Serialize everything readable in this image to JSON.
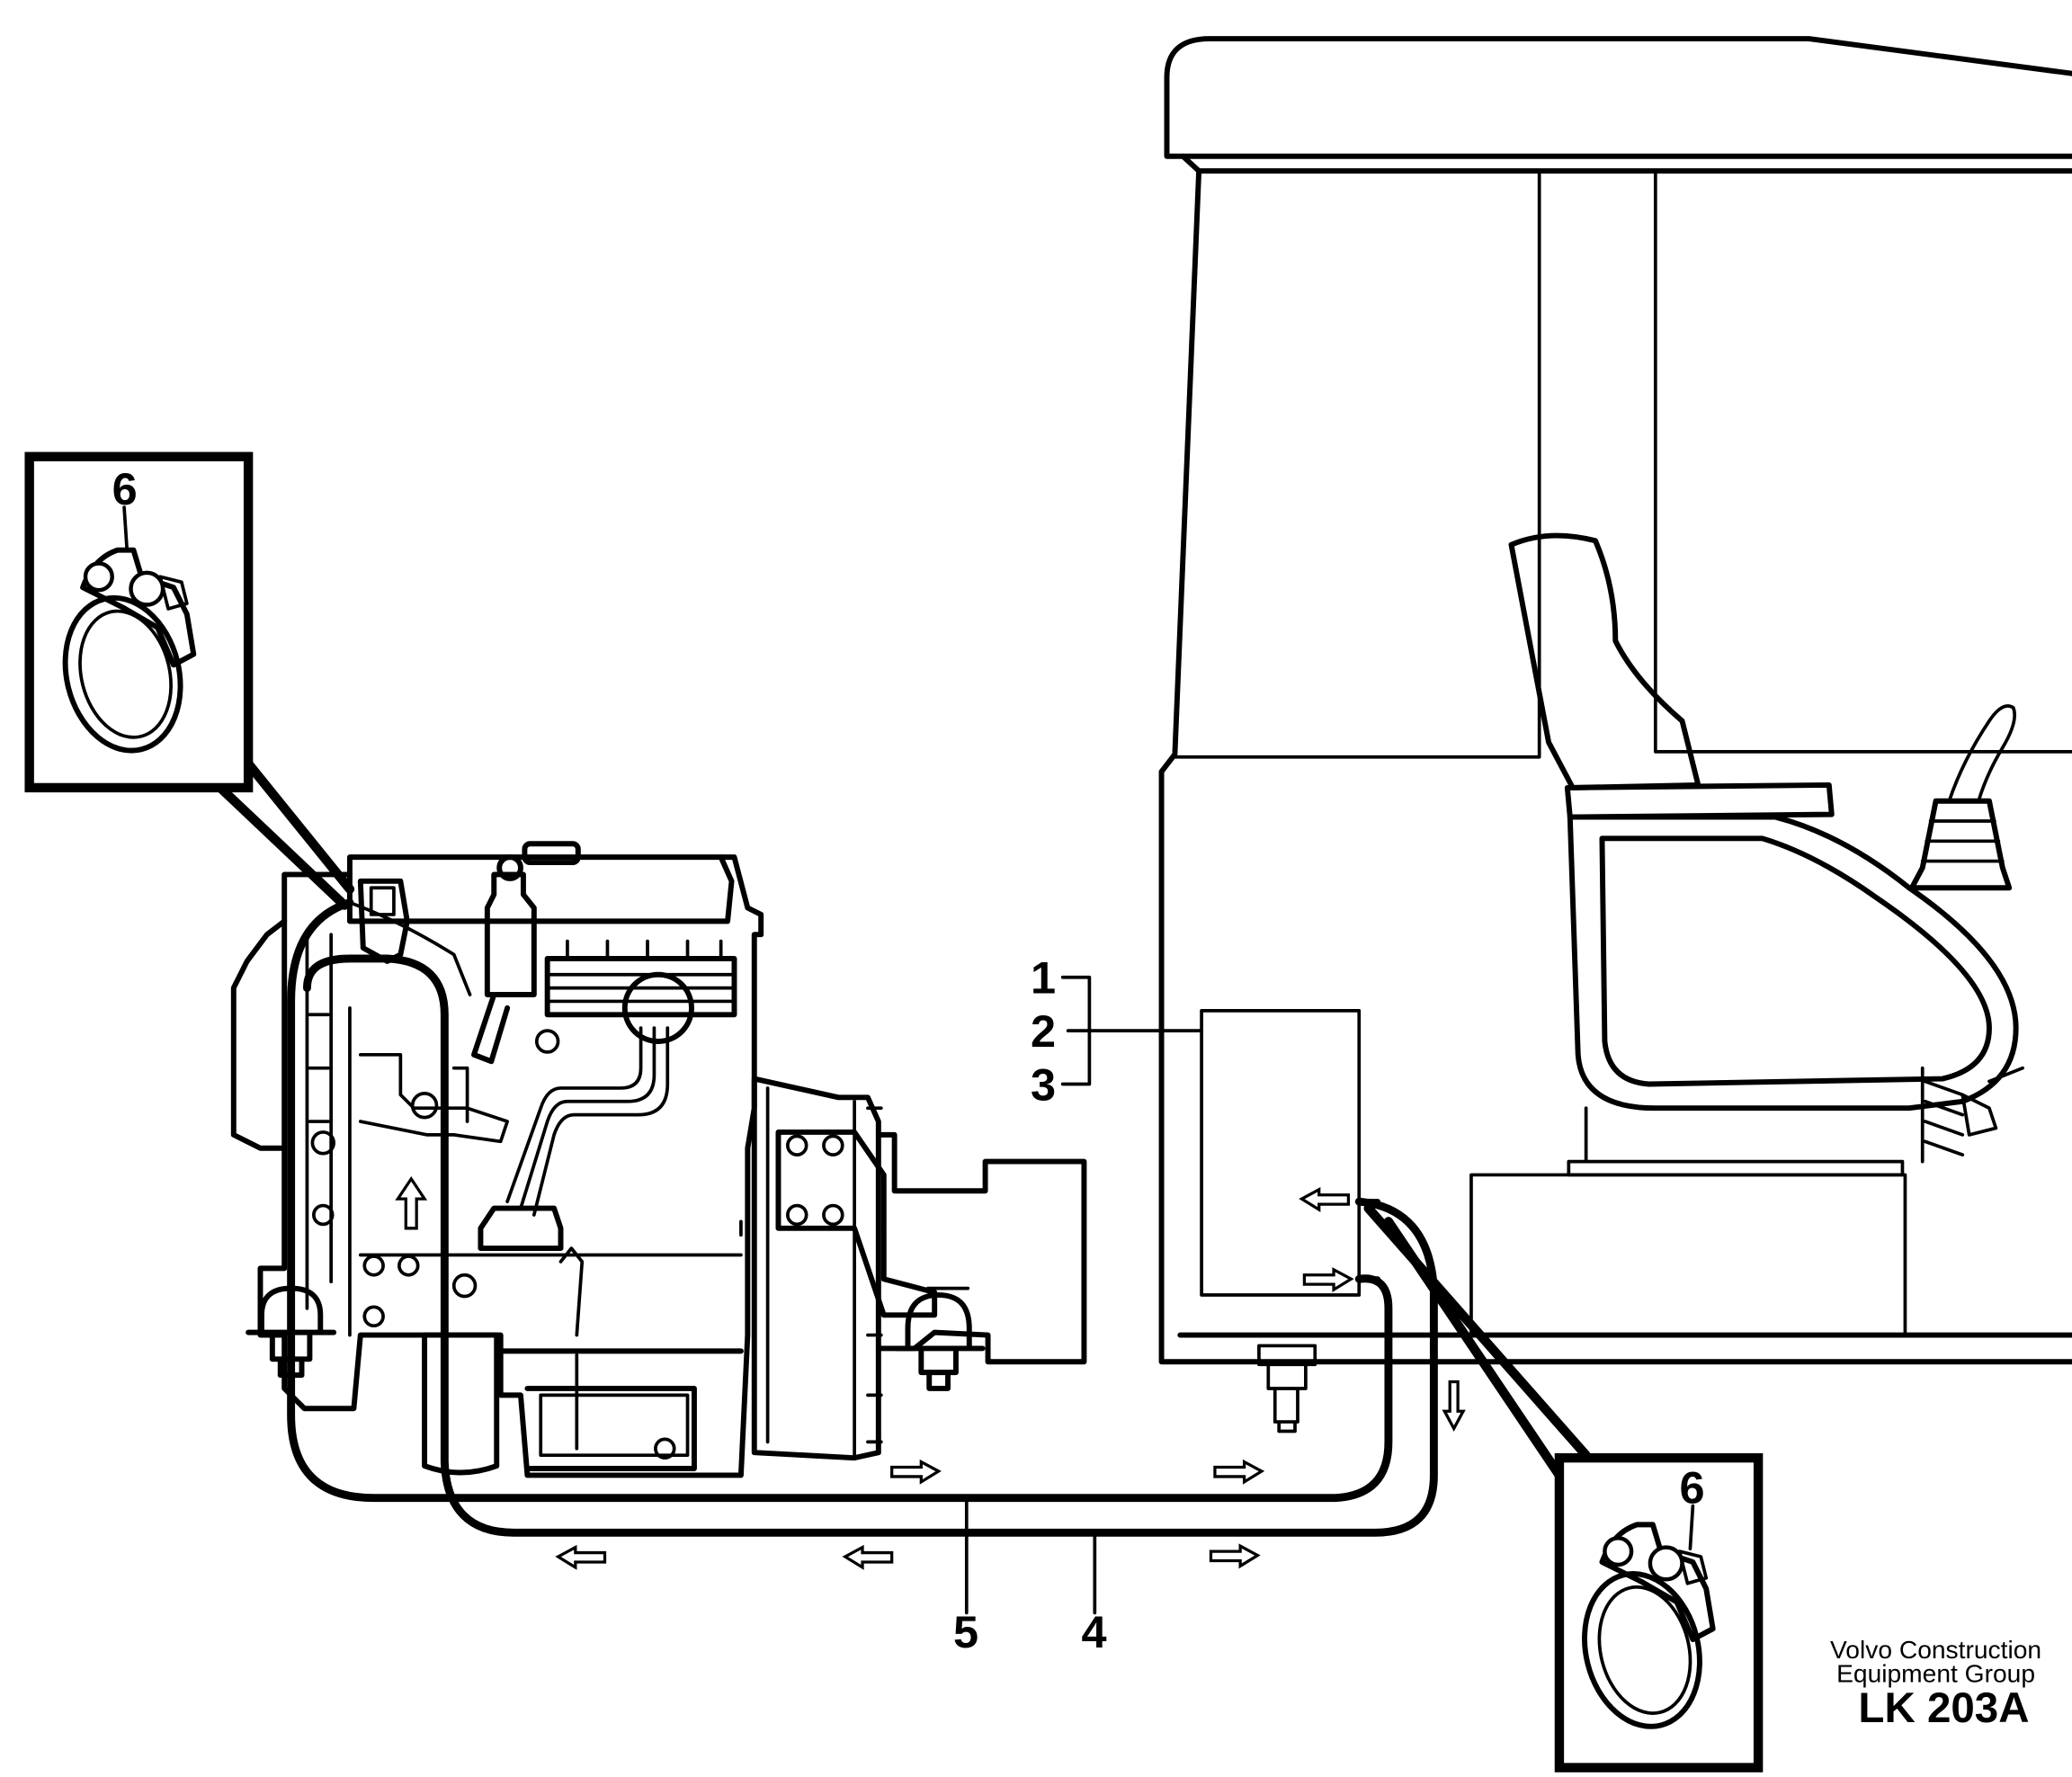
{
  "labels": {
    "item_1": "1",
    "item_2": "2",
    "item_3": "3",
    "item_4": "4",
    "item_5": "5",
    "item_6_top": "6",
    "item_6_bottom": "6"
  },
  "credit": {
    "line1": "Volvo Construction",
    "line2": "Equipment Group"
  },
  "drawing_code": "LK 203A"
}
